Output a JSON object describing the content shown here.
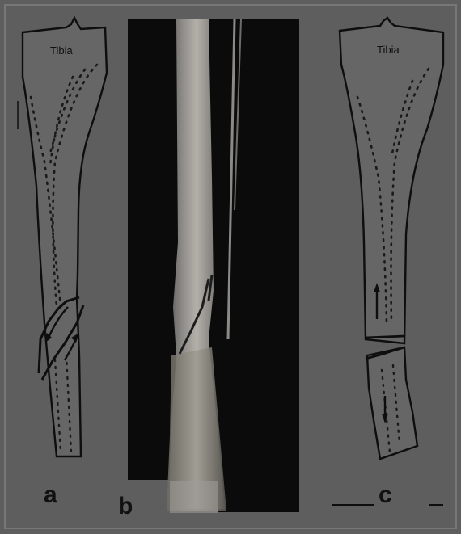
{
  "figure": {
    "panel_a": {
      "label": "a",
      "bone_label": "Tibia"
    },
    "panel_b": {
      "label": "b"
    },
    "panel_c": {
      "label": "c",
      "bone_label": "Tibia"
    }
  },
  "colors": {
    "page_background": "#ffffff",
    "figure_background": "#5f5f5f",
    "xray_background": "#0b0b0b",
    "line": "#0e0e0e",
    "bone_fill": "#6a6a6a"
  }
}
